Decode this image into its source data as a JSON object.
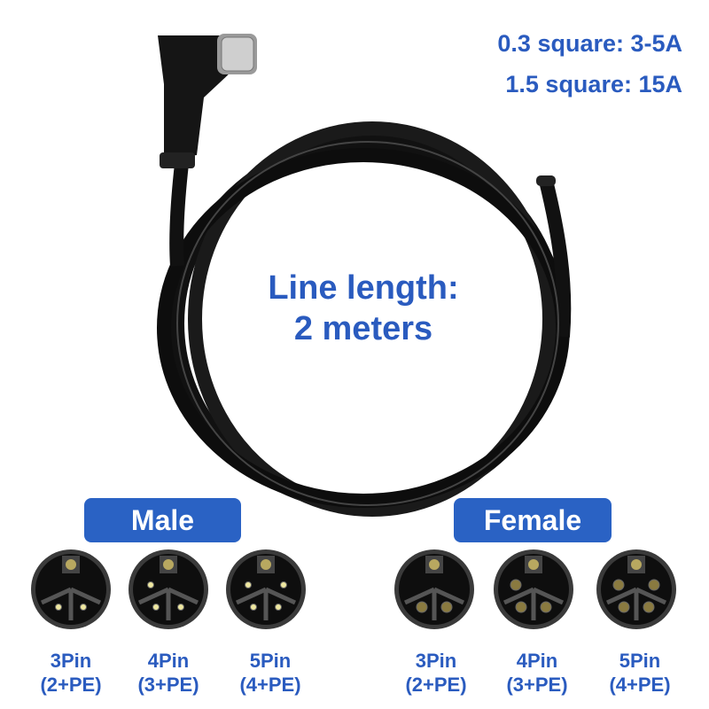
{
  "specs": [
    "0.3 square: 3-5A",
    "1.5 square: 15A"
  ],
  "center_text": {
    "line1": "Line length:",
    "line2": "2 meters"
  },
  "male": {
    "label": "Male",
    "pins": [
      {
        "name": "3Pin",
        "detail": "(2+PE)"
      },
      {
        "name": "4Pin",
        "detail": "(3+PE)"
      },
      {
        "name": "5Pin",
        "detail": "(4+PE)"
      }
    ]
  },
  "female": {
    "label": "Female",
    "pins": [
      {
        "name": "3Pin",
        "detail": "(2+PE)"
      },
      {
        "name": "4Pin",
        "detail": "(3+PE)"
      },
      {
        "name": "5Pin",
        "detail": "(4+PE)"
      }
    ]
  },
  "colors": {
    "accent": "#2a62c4",
    "text": "#2a5bbf"
  }
}
